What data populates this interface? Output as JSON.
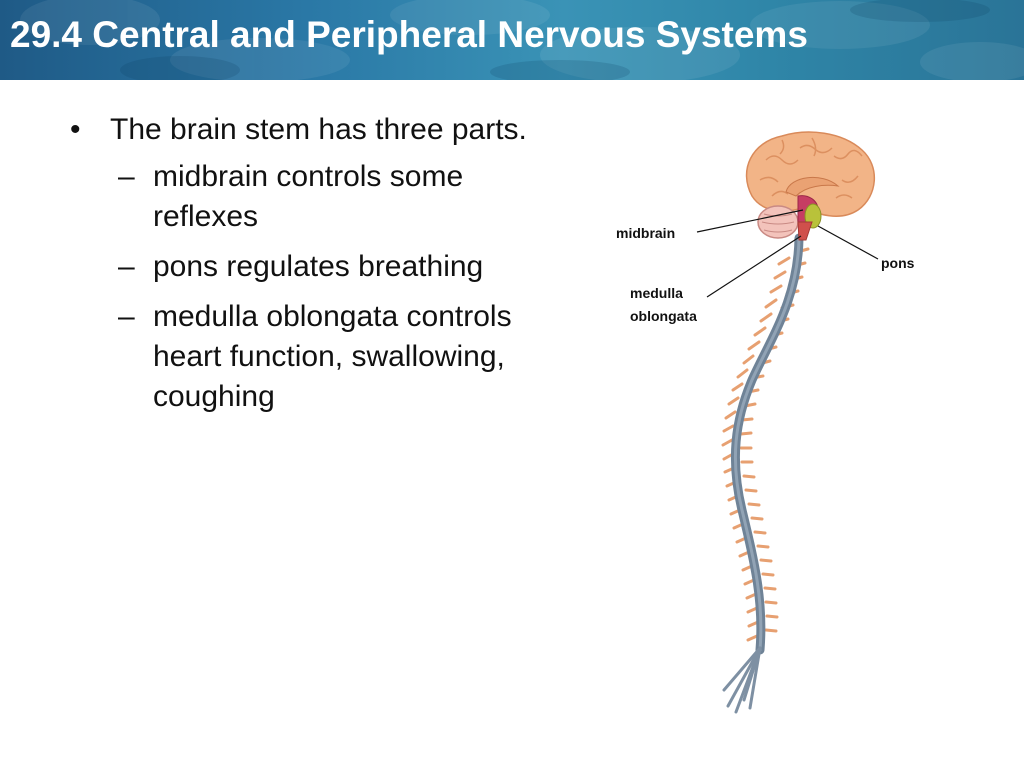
{
  "slide": {
    "title": "29.4 Central and Peripheral Nervous Systems",
    "bullet": {
      "text": "The brain stem has three parts.",
      "sub_items": [
        {
          "label": "midbrain controls some reflexes"
        },
        {
          "label": "pons regulates breathing"
        },
        {
          "label": "medulla oblongata controls heart function, swallowing, coughing"
        }
      ]
    }
  },
  "diagram": {
    "labels": {
      "midbrain": "midbrain",
      "pons": "pons",
      "medulla_line1": "medulla",
      "medulla_line2": "oblongata"
    }
  },
  "colors": {
    "title_bar": "#2a78a6",
    "brain": "#f2b487",
    "spinal_cord": "#6f8397",
    "nerves": "#e7a071",
    "midbrain": "#c63d63",
    "pons": "#b9c23a"
  }
}
